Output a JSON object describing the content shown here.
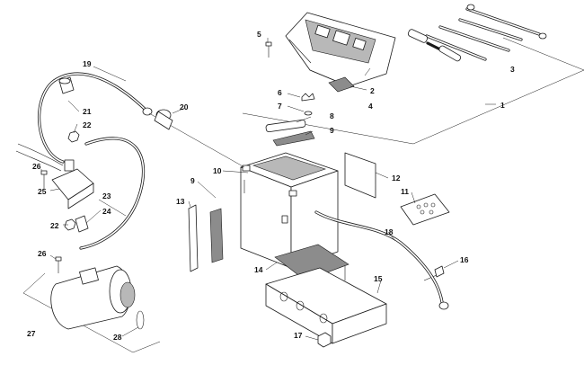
{
  "diagram": {
    "callouts": [
      {
        "id": "1",
        "text": "1"
      },
      {
        "id": "2",
        "text": "2"
      },
      {
        "id": "3",
        "text": "3"
      },
      {
        "id": "4",
        "text": "4"
      },
      {
        "id": "5",
        "text": "5"
      },
      {
        "id": "6",
        "text": "6"
      },
      {
        "id": "7",
        "text": "7"
      },
      {
        "id": "8",
        "text": "8"
      },
      {
        "id": "9a",
        "text": "9"
      },
      {
        "id": "9b",
        "text": "9"
      },
      {
        "id": "10",
        "text": "10"
      },
      {
        "id": "11",
        "text": "11"
      },
      {
        "id": "12",
        "text": "12"
      },
      {
        "id": "13",
        "text": "13"
      },
      {
        "id": "14",
        "text": "14"
      },
      {
        "id": "15",
        "text": "15"
      },
      {
        "id": "16",
        "text": "16"
      },
      {
        "id": "17",
        "text": "17"
      },
      {
        "id": "18",
        "text": "18"
      },
      {
        "id": "19",
        "text": "19"
      },
      {
        "id": "20",
        "text": "20"
      },
      {
        "id": "21",
        "text": "21"
      },
      {
        "id": "22a",
        "text": "22"
      },
      {
        "id": "22b",
        "text": "22"
      },
      {
        "id": "23",
        "text": "23"
      },
      {
        "id": "24",
        "text": "24"
      },
      {
        "id": "25",
        "text": "25"
      },
      {
        "id": "26a",
        "text": "26"
      },
      {
        "id": "26b",
        "text": "26"
      },
      {
        "id": "27",
        "text": "27"
      },
      {
        "id": "28",
        "text": "28"
      }
    ]
  }
}
